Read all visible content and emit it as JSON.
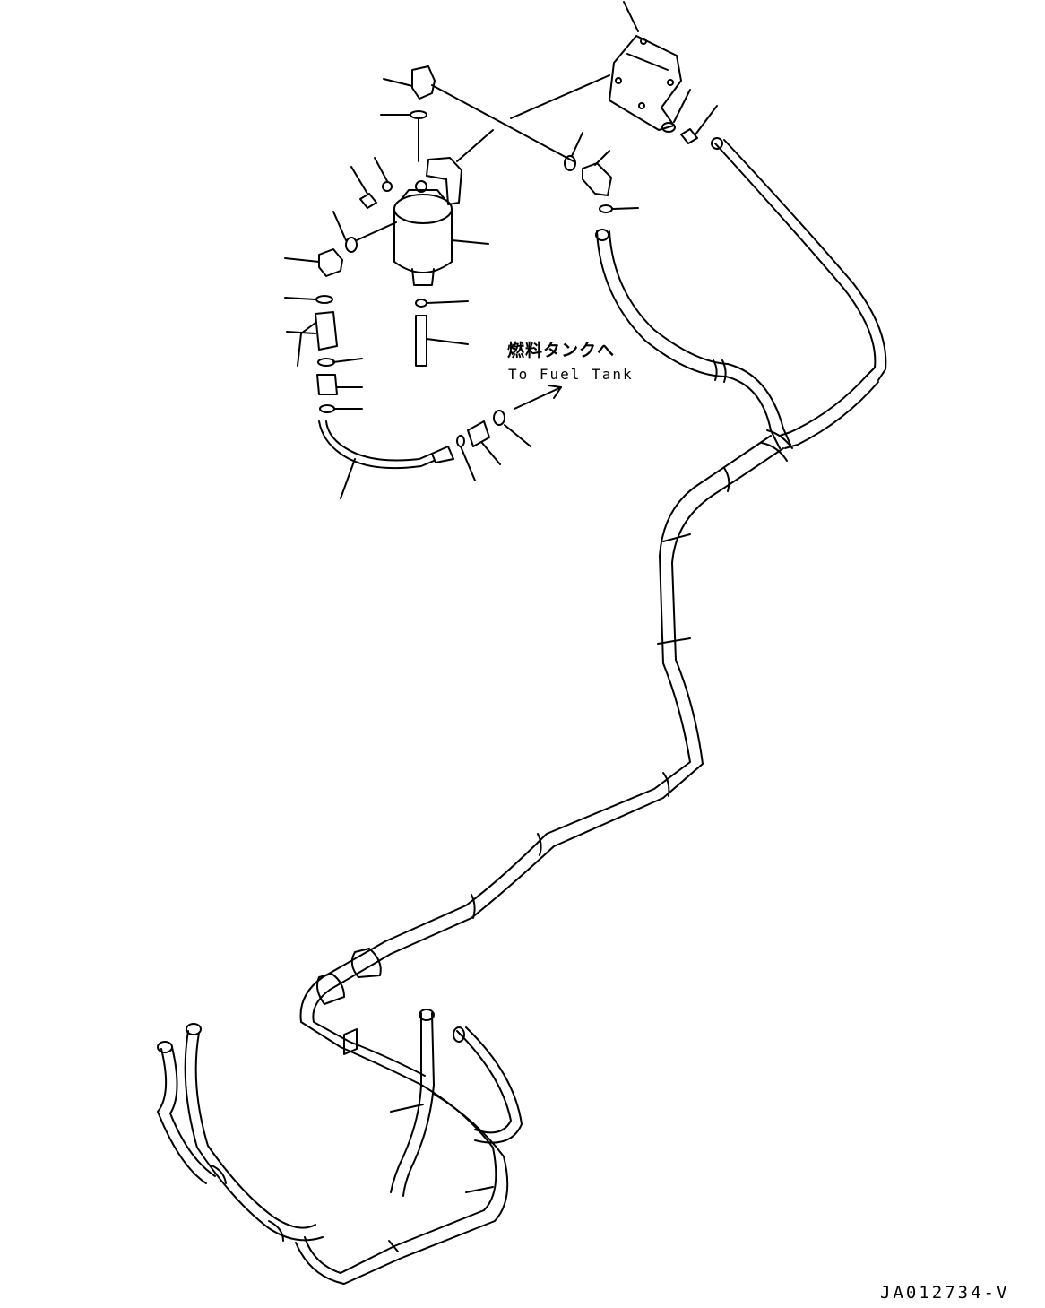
{
  "annotation": {
    "destination_jp": "燃料タンクへ",
    "destination_en": "To Fuel Tank"
  },
  "drawing_number": "JA012734-V"
}
